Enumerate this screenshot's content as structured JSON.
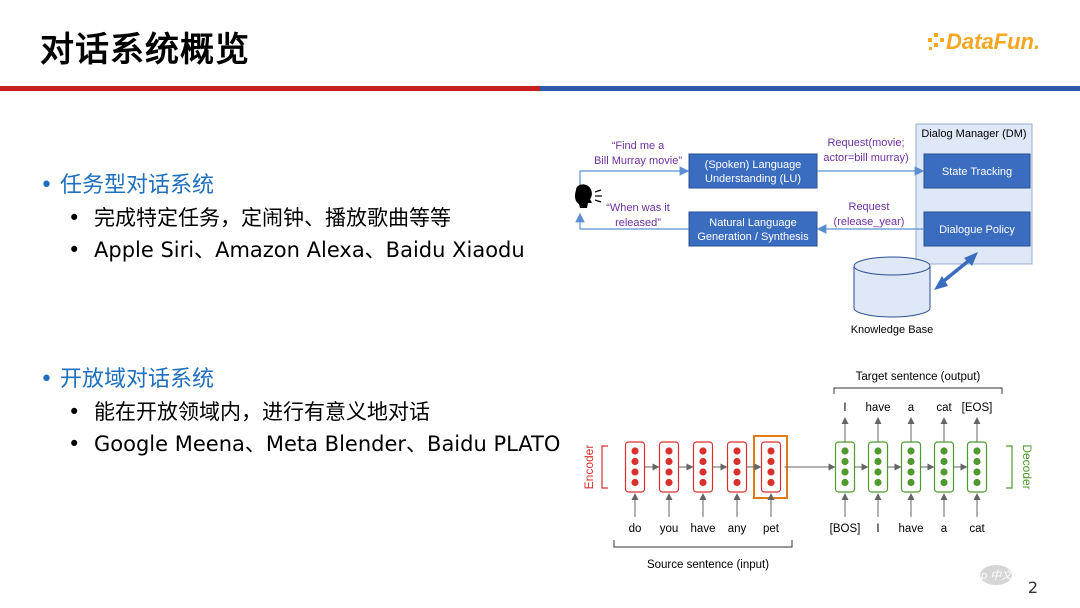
{
  "slide": {
    "title": "对话系统概览",
    "page_number": "2",
    "logo_text": "DataFun.",
    "watermark_text": "php 中文网"
  },
  "sections": [
    {
      "heading": "任务型对话系统",
      "items": [
        "完成特定任务，定闹钟、播放歌曲等等",
        "Apple Siri、Amazon Alexa、Baidu Xiaodu"
      ]
    },
    {
      "heading": "开放域对话系统",
      "items": [
        "能在开放领域内，进行有意义地对话",
        "Google Meena、Meta Blender、Baidu PLATO"
      ]
    }
  ],
  "task_diagram": {
    "user_query": [
      "“Find me a",
      "Bill Murray movie”"
    ],
    "system_reply": [
      "“When was it",
      "released”"
    ],
    "lu_box": [
      "(Spoken) Language",
      "Understanding (LU)"
    ],
    "nlg_box": [
      "Natural Language",
      "Generation / Synthesis"
    ],
    "request_lu_dm": [
      "Request(movie;",
      "actor=bill murray)"
    ],
    "request_dm_nlg": [
      "Request",
      "(release_year)"
    ],
    "dm_label": "Dialog Manager (DM)",
    "state_tracking": "State Tracking",
    "dialogue_policy": "Dialogue Policy",
    "knowledge_base": "Knowledge Base",
    "colors": {
      "box_fill": "#3a6cc0",
      "dm_fill": "#dfe8f6",
      "quote_text": "#7030a0",
      "arrow": "#5b8fd0"
    }
  },
  "seq2seq_diagram": {
    "encoder_label": "Encoder",
    "decoder_label": "Decoder",
    "target_label": "Target sentence (output)",
    "source_label": "Source sentence (input)",
    "encoder_inputs": [
      "do",
      "you",
      "have",
      "any",
      "pet"
    ],
    "decoder_inputs": [
      "[BOS]",
      "I",
      "have",
      "a",
      "cat"
    ],
    "decoder_outputs": [
      "I",
      "have",
      "a",
      "cat",
      "[EOS]"
    ],
    "colors": {
      "encoder": "#d9302c",
      "decoder": "#4e9a2e",
      "highlight": "#e07b1a",
      "arrow": "#666666"
    }
  }
}
